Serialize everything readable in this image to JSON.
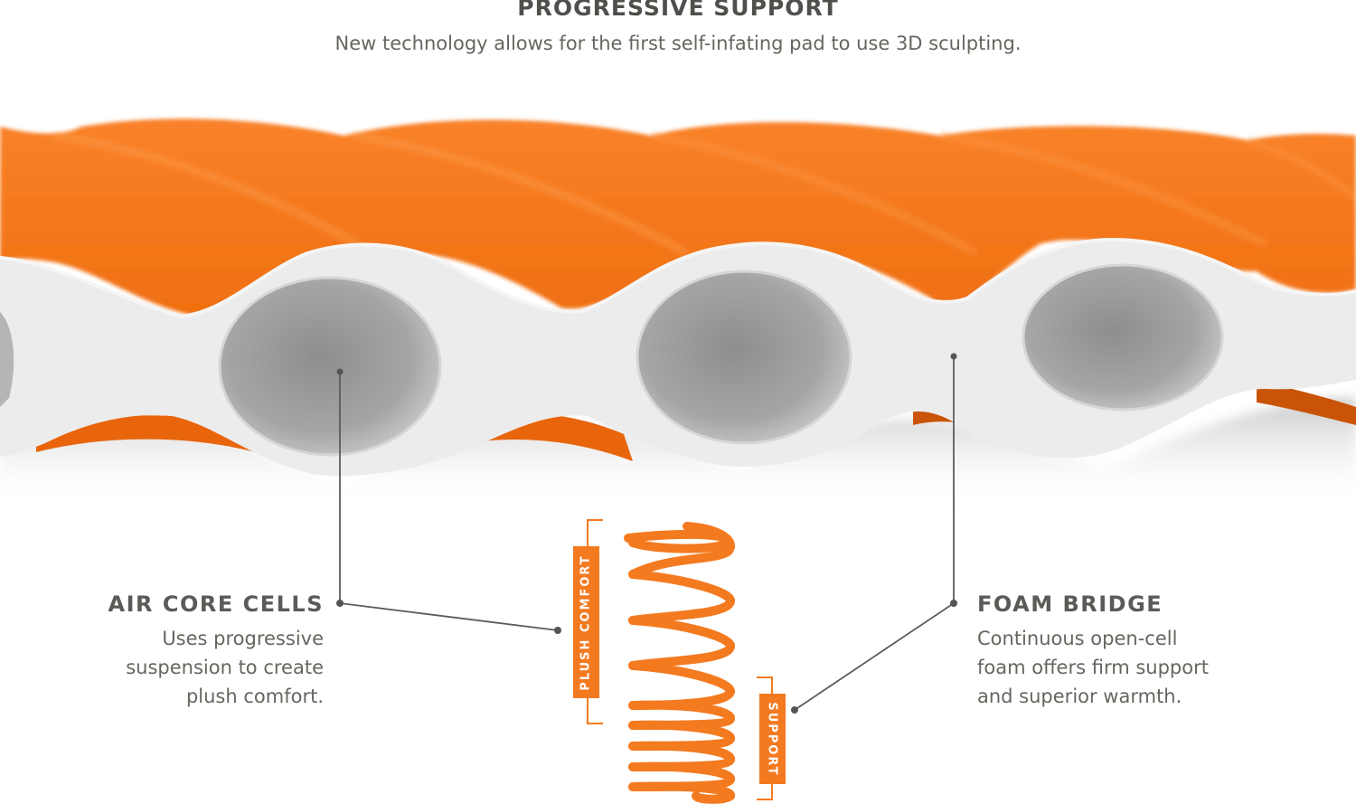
{
  "header": {
    "title": "PROGRESSIVE SUPPORT",
    "subtitle": "New technology allows for the first self-infating pad to use 3D sculpting."
  },
  "callouts": {
    "left": {
      "title": "AIR CORE CELLS",
      "lines": [
        "Uses progressive",
        "suspension to create",
        "plush comfort."
      ]
    },
    "right": {
      "title": "FOAM BRIDGE",
      "lines": [
        "Continuous open-cell",
        "foam offers firm support",
        "and superior warmth."
      ]
    }
  },
  "spring": {
    "upper_label": "PLUSH COMFORT",
    "lower_label": "SUPPORT"
  },
  "colors": {
    "accent_orange": "#f47a20",
    "foam_white": "#ececec",
    "cell_gray": "#9a9a9a",
    "text_gray": "#5f5f5c",
    "line_gray": "#555555"
  }
}
